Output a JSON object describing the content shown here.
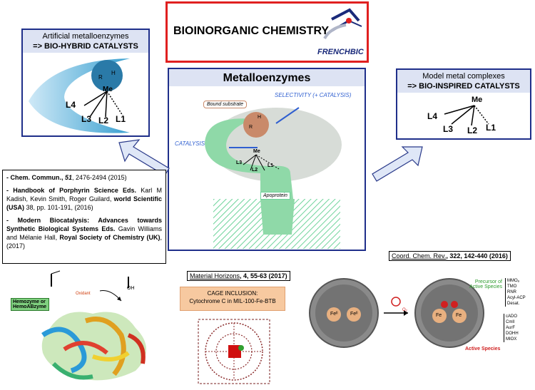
{
  "title": {
    "main": "BIOINORGANIC CHEMISTRY",
    "logo_text": "FRENCHBIC"
  },
  "left_box": {
    "line1": "Artificial metalloenzymes",
    "line2": "=> BIO-HYBRID CATALYSTS",
    "ligands": [
      "Me",
      "L4",
      "L3",
      "L2",
      "L1"
    ],
    "substrate_letters": [
      "R",
      "H"
    ]
  },
  "center_box": {
    "title": "Metalloenzymes",
    "bound_substrate": "Bound substrate",
    "selectivity": "SELECTIVITY (+ CATALYSIS)",
    "catalysis": "CATALYSIS",
    "apoprotein": "Apoprotein",
    "metal": "Me",
    "ligands": [
      "L3",
      "L2",
      "L1"
    ],
    "substrate_letters": [
      "R",
      "H"
    ]
  },
  "right_box": {
    "line1": "Model metal complexes",
    "line2": "=> BIO-INSPIRED CATALYSTS",
    "metal": "Me",
    "ligands": [
      "L4",
      "L3",
      "L2",
      "L1"
    ]
  },
  "references": {
    "r1": {
      "journal": "- Chem. Commun., ",
      "vol": "51",
      "pages": ", 2476-2494 (2015)"
    },
    "r2": {
      "prefix": "- Handbook of Porphyrin Science Eds.",
      "authors": " Karl M Kadish, Kevin Smith, Roger Guilard, ",
      "pub": "world Scientific (USA)",
      "tail": " 38, pp. 101-191, (2016)"
    },
    "r3": {
      "prefix": "- Modern Biocatalysis: Advances towards Synthetic Biological Systems Eds.",
      "authors": " Gavin Williams and Mélanie Hall, ",
      "pub": "Royal Society of Chemistry (UK)",
      "tail": ", (2017)"
    }
  },
  "bottom_left": {
    "hemozyme": "Hemozyme or HemoABzyme",
    "oxidant": "Oxidant",
    "oh": "OH"
  },
  "bottom_center": {
    "citation_journal": "Material Horizons",
    "citation_rest": ", 4, 55-63 (2017)",
    "cage_line1": "CAGE INCLUSION:",
    "cage_line2": "Cytochrome C in MIL-100-Fe-BTB"
  },
  "bottom_right": {
    "citation_journal": "Coord. Chem. Rev.",
    "citation_rest": ", 322, 142-440 (2016)",
    "precursor": "Precursor of Active Species",
    "precursor_list": [
      "MMOₐ",
      "TMO",
      "RNR",
      "Acyl-ACP Desat."
    ],
    "active": "Active Species",
    "active_list": [
      "cADO",
      "CmlI",
      "AurF",
      "DOHH",
      "MIOX"
    ],
    "fe_left": [
      "Feᴵᴵ",
      "Feᴵᴵ"
    ],
    "fe_right": [
      "Fe",
      "Fe"
    ],
    "o2": "O₂"
  },
  "colors": {
    "red_frame": "#e02020",
    "blue_frame": "#1f2f8a",
    "green_protein": "#8fd9a8",
    "brown_substrate": "#c98a6a",
    "blue_arrow": "#dfe7f7"
  }
}
